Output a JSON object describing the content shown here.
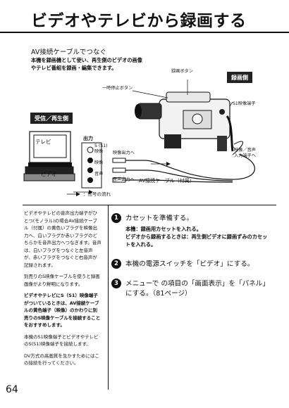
{
  "title": "ビデオやテレビから録画する",
  "section_heading": "AV接続ケーブルでつなぐ",
  "intro": "本機を録画機として使い、再生側のビデオの画像やテレビ番組を録画・編集できます。",
  "diagram": {
    "record_side_label": "録画側",
    "playback_side_label": "受信／再生側",
    "record_button_label": "録画ボタン",
    "pause_button_label": "一時停止ボタン",
    "s1_jack_label": "S1映像端子",
    "av_input_label": "映像／音声\n入力端子へ",
    "tv_label": "テレビ",
    "video_label": "ビデオ",
    "output_label": "出力",
    "jack_s1_label": "S (S1)\n映像",
    "jack_video_label": "映像",
    "jack_audio_label": "音声",
    "video_out_label": "映像出力へ",
    "audio_out_label": "音声出力へ",
    "cable_label": "AV接続ケーブル（付属）",
    "signal_flow_label": "：信号の流れ"
  },
  "sidebar": {
    "p1": "ビデオやテレビの音声出力端子がひとつ(モノラル)の場合AV接続ケーブル（付属）の黄色いプラグを映像出力へ、白いプラグか赤いプラグのどちらかを音声出力へつなぎます。音声は、白いプラグをつなぐと左音声が、赤いプラグをつなぐと右音声が記録されます。",
    "p2": "別売りのS映像ケーブルを使うと録画画像がより鮮明になります。",
    "p3": "ビデオやテレビにS（S1）映像端子がついているときは、AV接続ケーブルの黄色端子（映像）のかわりに別売りのS映像ケーブルを接続することをおすすめします。",
    "p4": "本機のS1映像端子とビデオやテレビのS(S1)映像端子を接続します。",
    "p5": "DV方式の高画質を生かすためにはこの接続を行ってください。"
  },
  "steps": [
    {
      "num": "1",
      "title": "カセットを準備する。",
      "body": "本機：録画用カセットを入れる。\nビデオから録画するときは：再生側ビデオに録画ずみのカセットを入れる。"
    },
    {
      "num": "2",
      "title": "本機の電源スイッチを「ビデオ」にする。",
      "body": ""
    },
    {
      "num": "3",
      "title": "メニューで の項目の「画面表示」を「パネル」にする。（81ページ）",
      "body": ""
    }
  ],
  "page_number": "64"
}
